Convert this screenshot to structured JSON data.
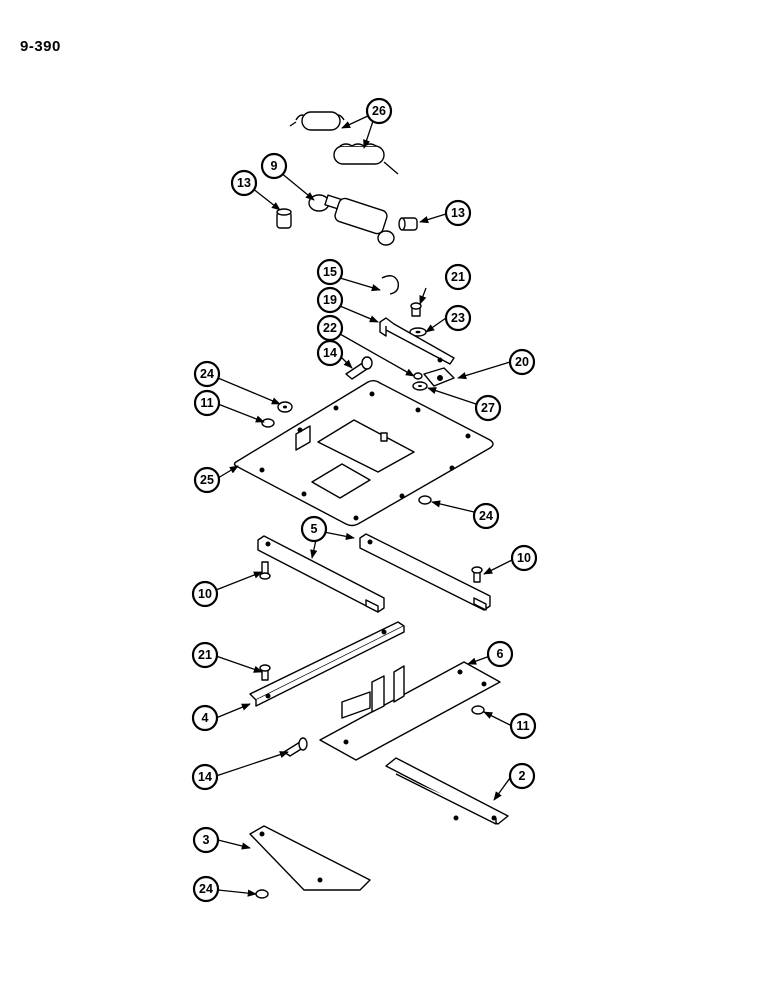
{
  "page": {
    "number": "9-390"
  },
  "callouts": [
    "26",
    "9",
    "13",
    "13",
    "15",
    "21",
    "19",
    "23",
    "22",
    "14",
    "20",
    "24",
    "27",
    "11",
    "25",
    "24",
    "5",
    "10",
    "10",
    "21",
    "6",
    "4",
    "11",
    "14",
    "2",
    "3",
    "24"
  ],
  "parts": [
    "spring",
    "shock-absorber",
    "bolt",
    "clip",
    "bracket",
    "washer",
    "nut",
    "pin",
    "plate",
    "rail",
    "strap",
    "base-plate",
    "support"
  ]
}
